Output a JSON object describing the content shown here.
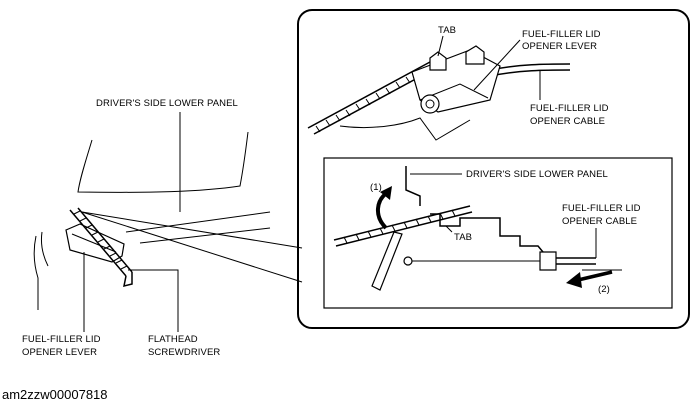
{
  "labels": {
    "drivers_side_lower_panel_main": "DRIVER'S SIDE LOWER PANEL",
    "tab_top": "TAB",
    "fuel_filler_lid_opener_lever_top_1": "FUEL-FILLER LID",
    "fuel_filler_lid_opener_lever_top_2": "OPENER LEVER",
    "fuel_filler_lid_opener_cable_top_1": "FUEL-FILLER LID",
    "fuel_filler_lid_opener_cable_top_2": "OPENER  CABLE",
    "drivers_side_lower_panel_inset": "DRIVER'S SIDE LOWER PANEL",
    "fuel_filler_lid_opener_cable_inset_1": "FUEL-FILLER LID",
    "fuel_filler_lid_opener_cable_inset_2": "OPENER  CABLE",
    "tab_inset": "TAB",
    "step_1": "(1)",
    "step_2": "(2)",
    "fuel_filler_lid_opener_lever_bottom_1": "FUEL-FILLER LID",
    "fuel_filler_lid_opener_lever_bottom_2": "OPENER LEVER",
    "flathead_screwdriver_1": "FLATHEAD",
    "flathead_screwdriver_2": "SCREWDRIVER"
  },
  "caption": "am2zzw00007818"
}
